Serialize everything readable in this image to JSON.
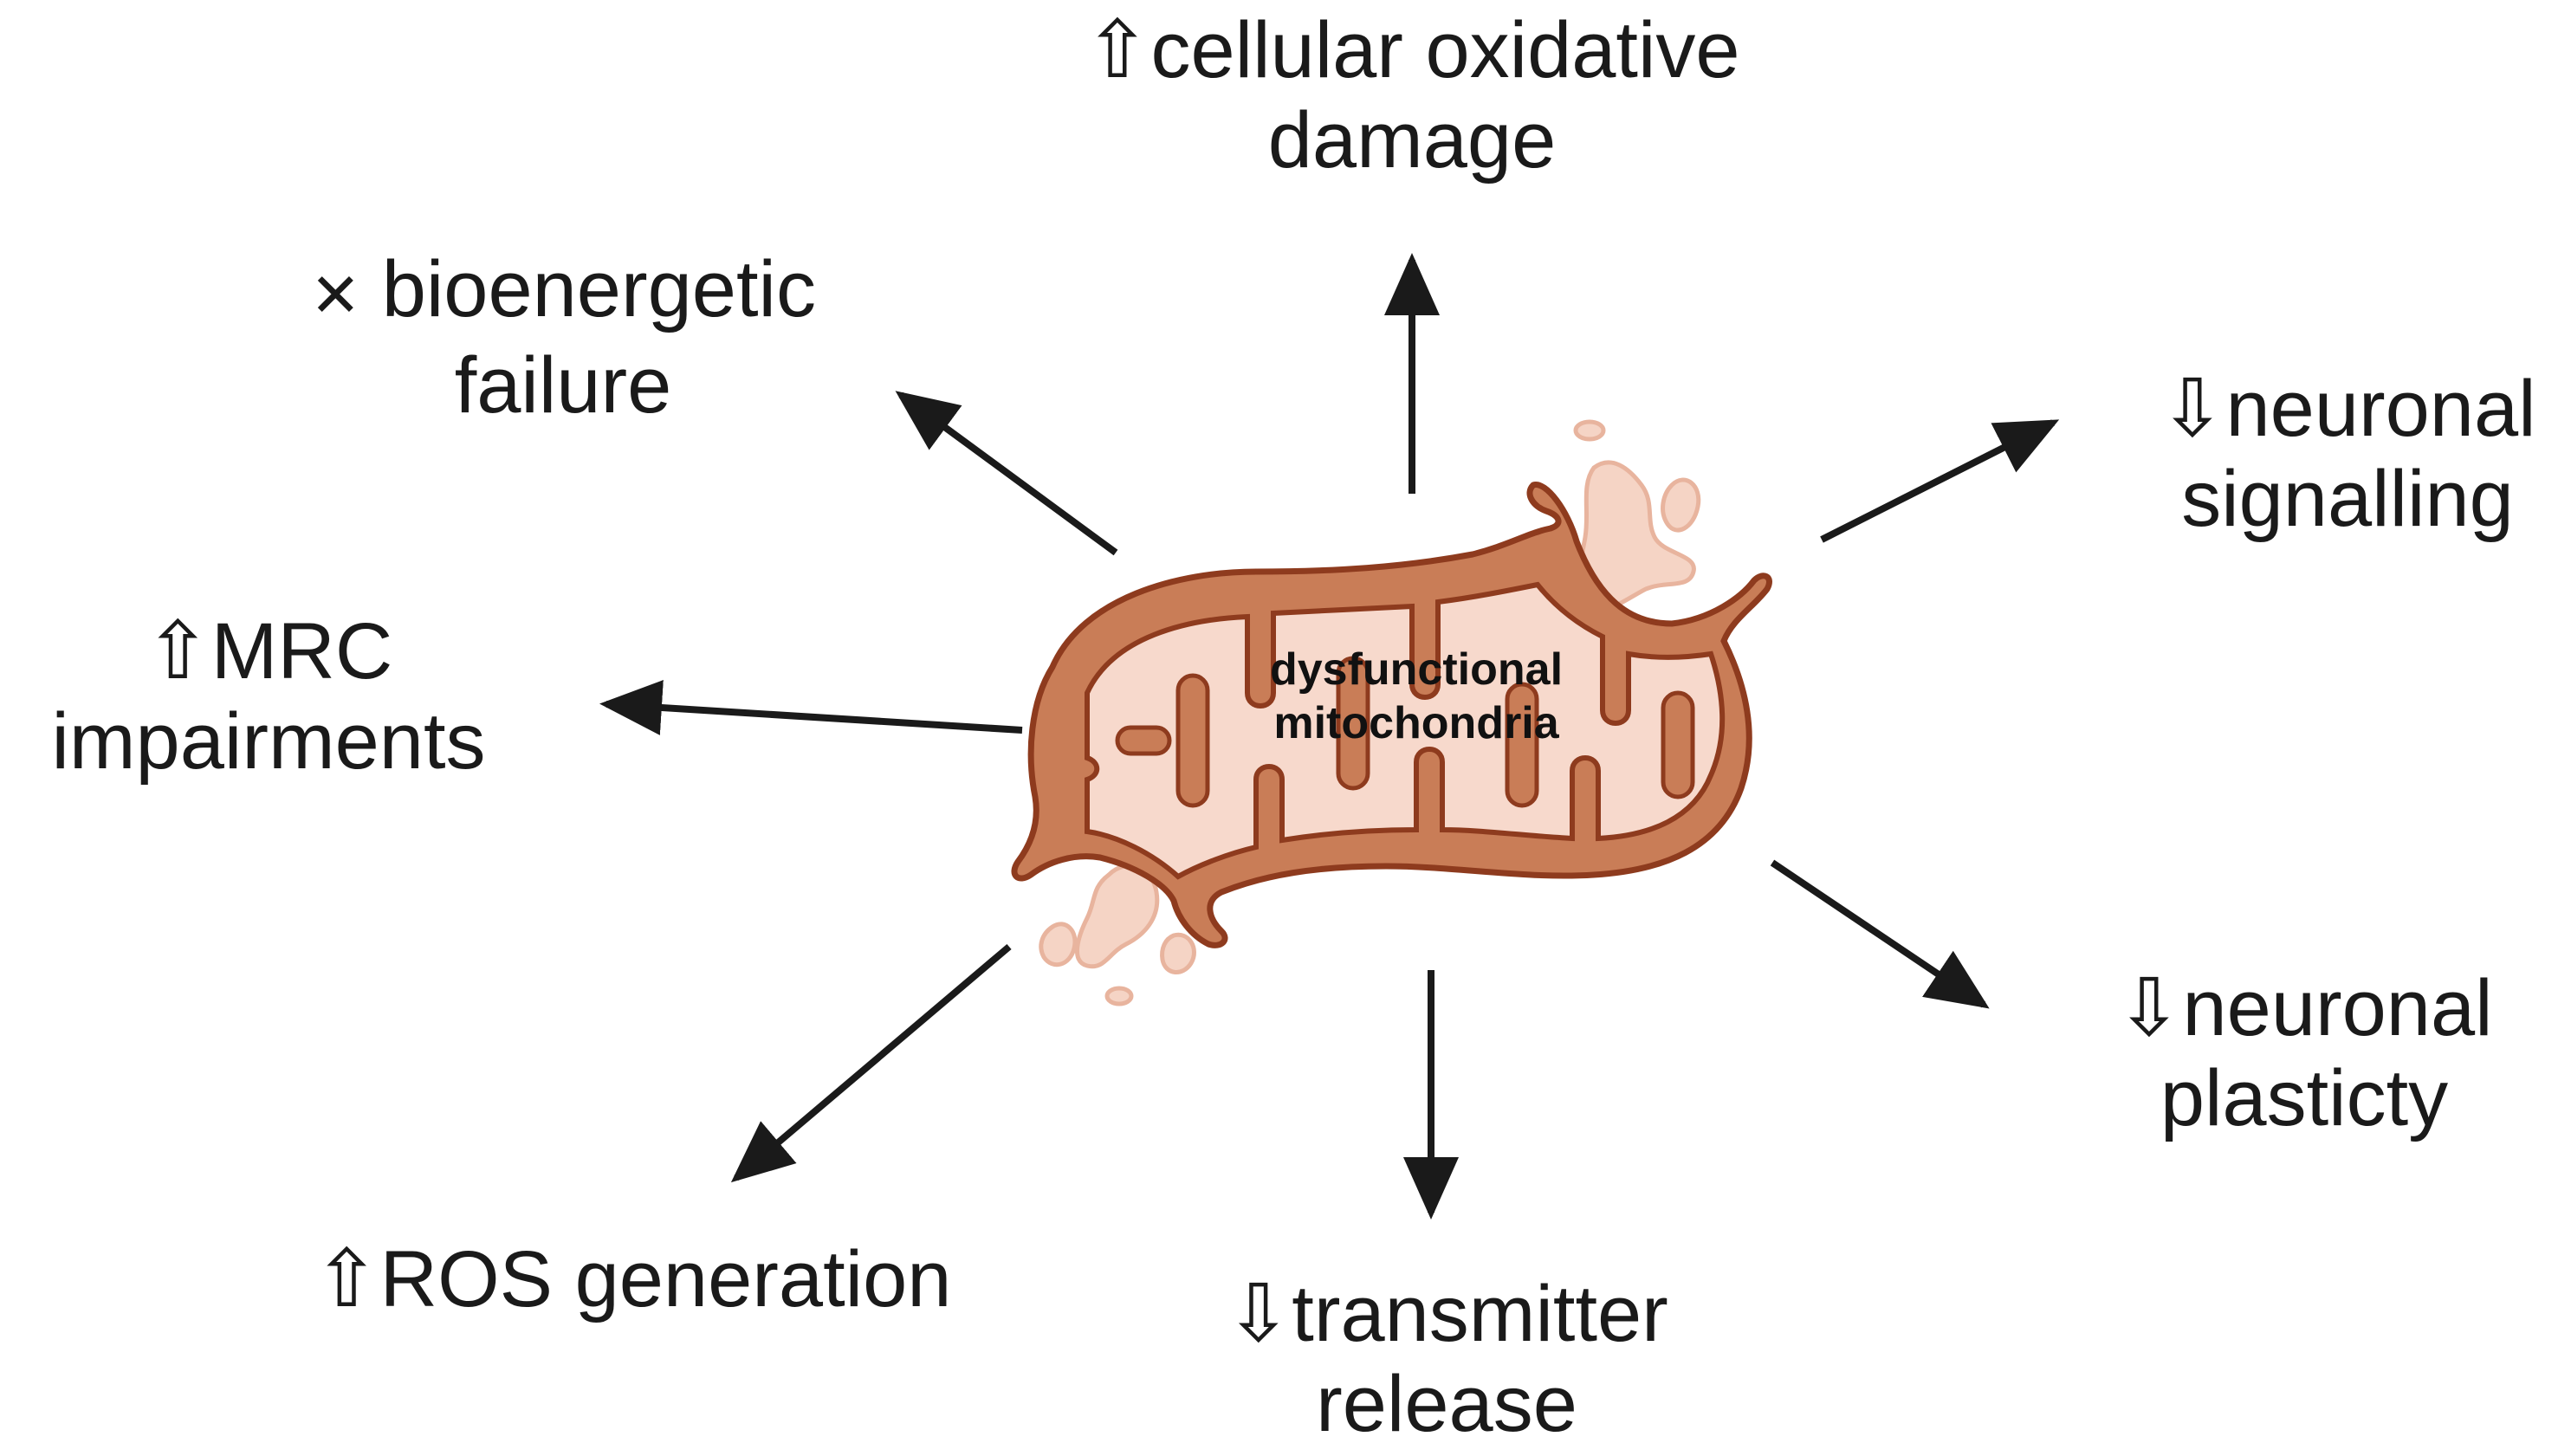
{
  "diagram": {
    "center": {
      "line1": "dysfunctional",
      "line2": "mitochondria"
    },
    "effects": {
      "oxidative_damage": {
        "symbol": "⇧",
        "line1": "cellular oxidative",
        "line2": "damage"
      },
      "bioenergetic": {
        "symbol": "✕",
        "line1": "bioenergetic",
        "line2": "failure"
      },
      "signalling": {
        "symbol": "⇩",
        "line1": "neuronal",
        "line2": "signalling"
      },
      "mrc": {
        "symbol": "⇧",
        "line1": "MRC",
        "line2": "impairments"
      },
      "plasticity": {
        "symbol": "⇩",
        "line1": "neuronal",
        "line2": "plasticty"
      },
      "ros": {
        "symbol": "⇧",
        "line1": "ROS generation"
      },
      "transmitter": {
        "symbol": "⇩",
        "line1": "transmitter",
        "line2": "release"
      }
    },
    "colors": {
      "membrane_outer": "#c97d57",
      "membrane_stroke": "#8e3b1e",
      "matrix": "#f7d9cc",
      "debris": "#f5d4c5",
      "arrow": "#1a1a1a"
    }
  }
}
